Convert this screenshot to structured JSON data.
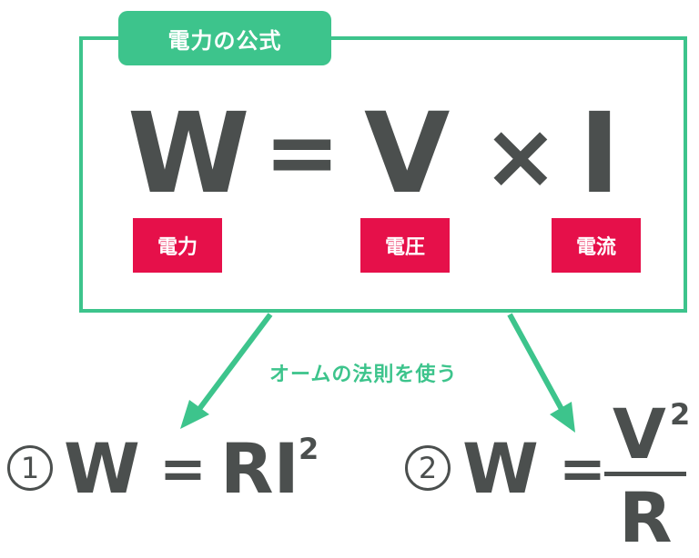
{
  "header": {
    "title": "電力の公式"
  },
  "main_formula": {
    "w": "W",
    "equals": "=",
    "v": "V",
    "times": "×",
    "i": "I"
  },
  "labels": {
    "power": "電力",
    "voltage": "電圧",
    "current": "電流"
  },
  "ohm_note": "オームの法則を使う",
  "formula1": {
    "number": "1",
    "w": "W",
    "equals": "=",
    "rhs": "RI",
    "exp": "2"
  },
  "formula2": {
    "number": "2",
    "w": "W",
    "equals": "=",
    "numerator": "V",
    "exp": "2",
    "denominator": "R"
  },
  "colors": {
    "green": "#3dc48c",
    "red": "#e6104a",
    "dark": "#4b4f4e"
  }
}
